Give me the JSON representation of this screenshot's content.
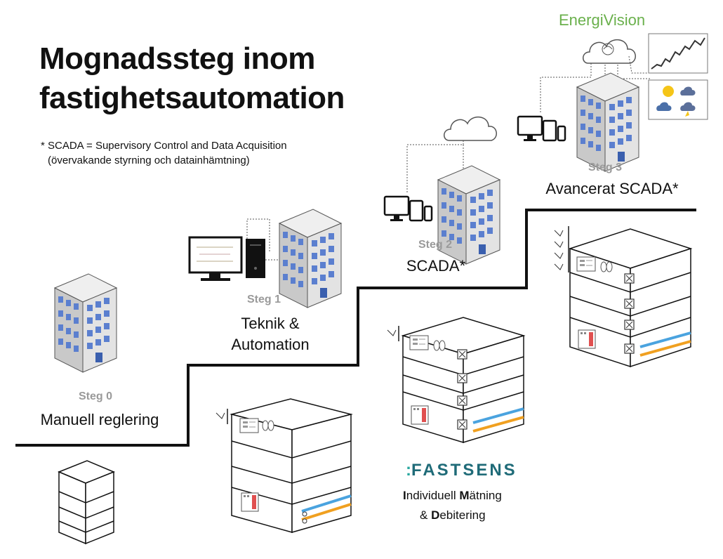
{
  "title_line1": "Mognadssteg inom",
  "title_line2": "fastighetsautomation",
  "footnote_line1": "* SCADA = Supervisory Control and Data Acquisition",
  "footnote_line2": "(övervakande styrning och datainhämtning)",
  "brand": "EnergiVision",
  "steps": [
    {
      "num": "Steg 0",
      "label_line1": "Manuell reglering",
      "label_line2": ""
    },
    {
      "num": "Steg 1",
      "label_line1": "Teknik & ",
      "label_line2": "Automation"
    },
    {
      "num": "Steg 2",
      "label_line1": "SCADA*",
      "label_line2": ""
    },
    {
      "num": "Steg 3",
      "label_line1": "Avancerat SCADA*",
      "label_line2": ""
    }
  ],
  "fastsens": {
    "logo_prefix": ":",
    "logo_text": "FASTSENS",
    "sub1_a": "I",
    "sub1_b": "ndividuell ",
    "sub1_c": "M",
    "sub1_d": "ätning",
    "sub2_a": "& ",
    "sub2_b": "D",
    "sub2_c": "ebitering"
  },
  "colors": {
    "building_face": "#dcdcdc",
    "building_side": "#9e9e9e",
    "window": "#5b7fcf",
    "stair_line": "#111111",
    "pipe_blue": "#4aa3df",
    "pipe_orange": "#f0a020",
    "brand_green": "#6ab04c",
    "fastsens_teal": "#1f6b78"
  },
  "icons": [
    "building-icon",
    "computer-icon",
    "tower-pc-icon",
    "cloud-brain-icon",
    "cloud-icon",
    "monitor-icon",
    "tablet-icon",
    "phone-icon",
    "line-chart-icon",
    "weather-icon",
    "floor-stack-icon",
    "sensor-icon",
    "valve-icon",
    "meter-icon",
    "antenna-icon"
  ]
}
